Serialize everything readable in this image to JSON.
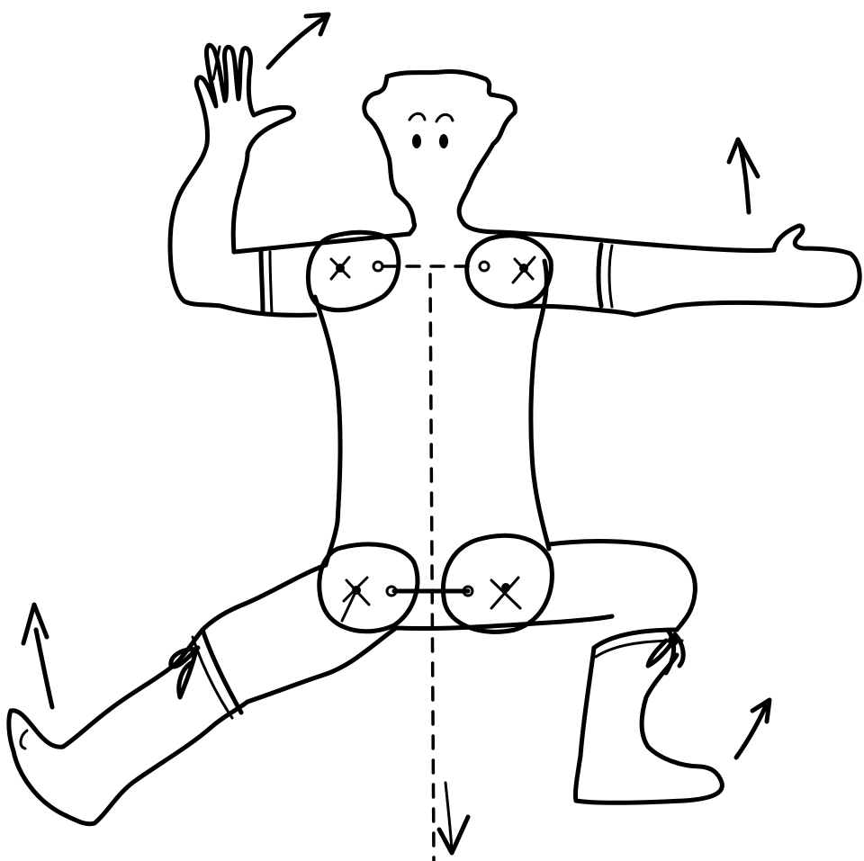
{
  "figure": {
    "subject": "jointed-paper-puppet",
    "colors": {
      "ink": "#000000",
      "paper": "#ffffff"
    },
    "joints": [
      "left-shoulder",
      "right-shoulder",
      "left-hip",
      "right-hip"
    ],
    "motion_arrows": [
      "up-right",
      "up",
      "up",
      "up-right",
      "down"
    ]
  }
}
